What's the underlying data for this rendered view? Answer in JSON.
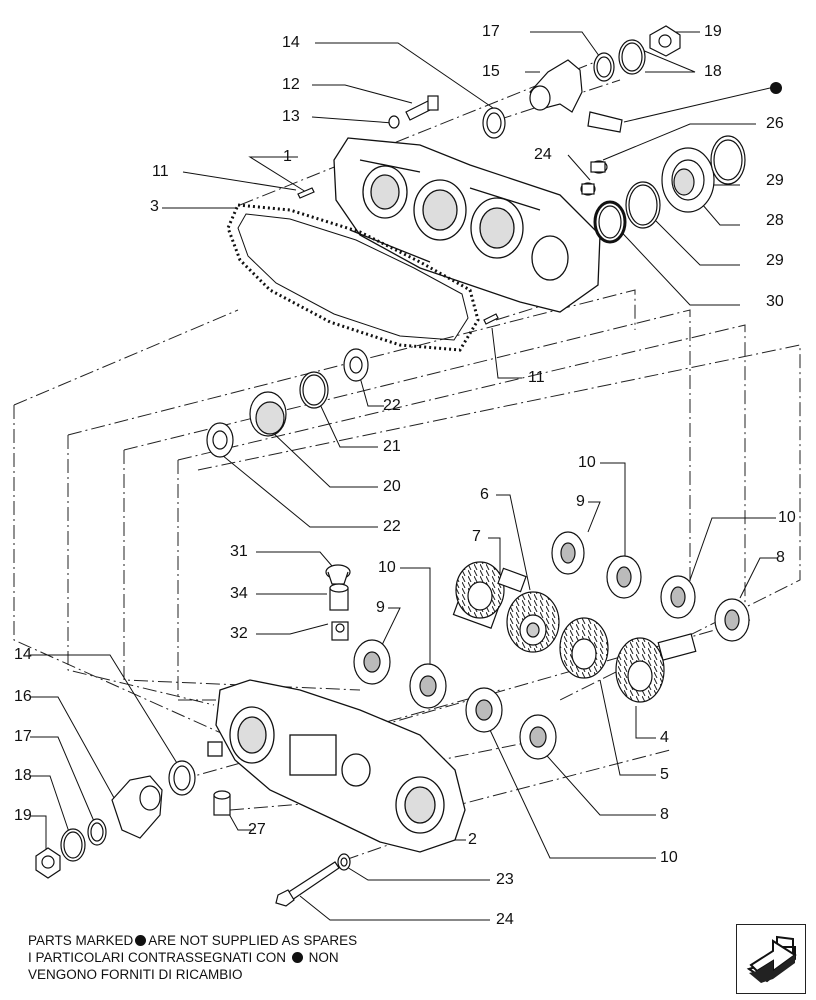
{
  "labels": {
    "l1": "1",
    "l2": "2",
    "l3": "3",
    "l4": "4",
    "l5": "5",
    "l6": "6",
    "l7": "7",
    "l8a": "8",
    "l8b": "8",
    "l9a": "9",
    "l9b": "9",
    "l10a": "10",
    "l10b": "10",
    "l10c": "10",
    "l10d": "10",
    "l11a": "11",
    "l11b": "11",
    "l12": "12",
    "l13": "13",
    "l14a": "14",
    "l14b": "14",
    "l15": "15",
    "l16": "16",
    "l17a": "17",
    "l17b": "17",
    "l18a": "18",
    "l18b": "18",
    "l19a": "19",
    "l19b": "19",
    "l20": "20",
    "l21": "21",
    "l22a": "22",
    "l22b": "22",
    "l23": "23",
    "l24a": "24",
    "l24b": "24",
    "l26": "26",
    "l27": "27",
    "l28": "28",
    "l29a": "29",
    "l29b": "29",
    "l30": "30",
    "l31": "31",
    "l32": "32",
    "l34": "34"
  },
  "note": {
    "line1_a": "PARTS MARKED",
    "line1_b": "ARE NOT SUPPLIED AS SPARES",
    "line2_a": "I PARTICOLARI CONTRASSEGNATI CON",
    "line2_b": "NON",
    "line3": "VENGONO FORNITI DI RICAMBIO"
  },
  "icons": {
    "marker": "filled-dot-icon",
    "nav": "next-page-arrow-icon"
  },
  "colors": {
    "ink": "#111111",
    "background": "#ffffff"
  }
}
